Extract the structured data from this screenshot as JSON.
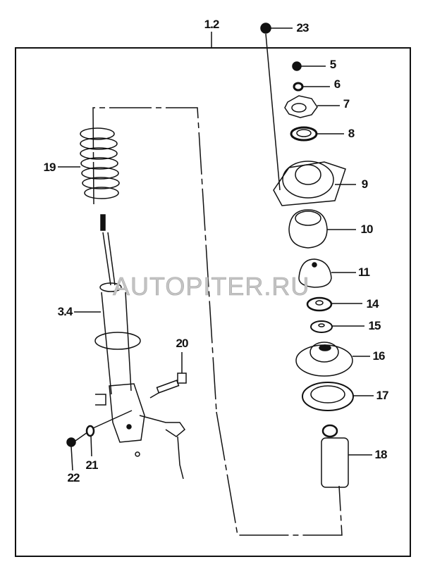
{
  "diagram": {
    "assembly_label": "1.2",
    "watermark": "AUTOPITER.RU",
    "callouts": [
      {
        "id": "23",
        "part": "nut"
      },
      {
        "id": "5",
        "part": "nut"
      },
      {
        "id": "6",
        "part": "washer"
      },
      {
        "id": "7",
        "part": "plate"
      },
      {
        "id": "8",
        "part": "bearing"
      },
      {
        "id": "9",
        "part": "strut-mount"
      },
      {
        "id": "10",
        "part": "bump-stop-cup"
      },
      {
        "id": "11",
        "part": "insulator"
      },
      {
        "id": "14",
        "part": "washer"
      },
      {
        "id": "15",
        "part": "washer"
      },
      {
        "id": "16",
        "part": "spring-seat"
      },
      {
        "id": "17",
        "part": "spring-insulator"
      },
      {
        "id": "18",
        "part": "dust-boot"
      },
      {
        "id": "19",
        "part": "coil-spring"
      },
      {
        "id": "3.4",
        "part": "shock-absorber"
      },
      {
        "id": "20",
        "part": "bolt"
      },
      {
        "id": "21",
        "part": "washer"
      },
      {
        "id": "22",
        "part": "nut"
      }
    ]
  }
}
